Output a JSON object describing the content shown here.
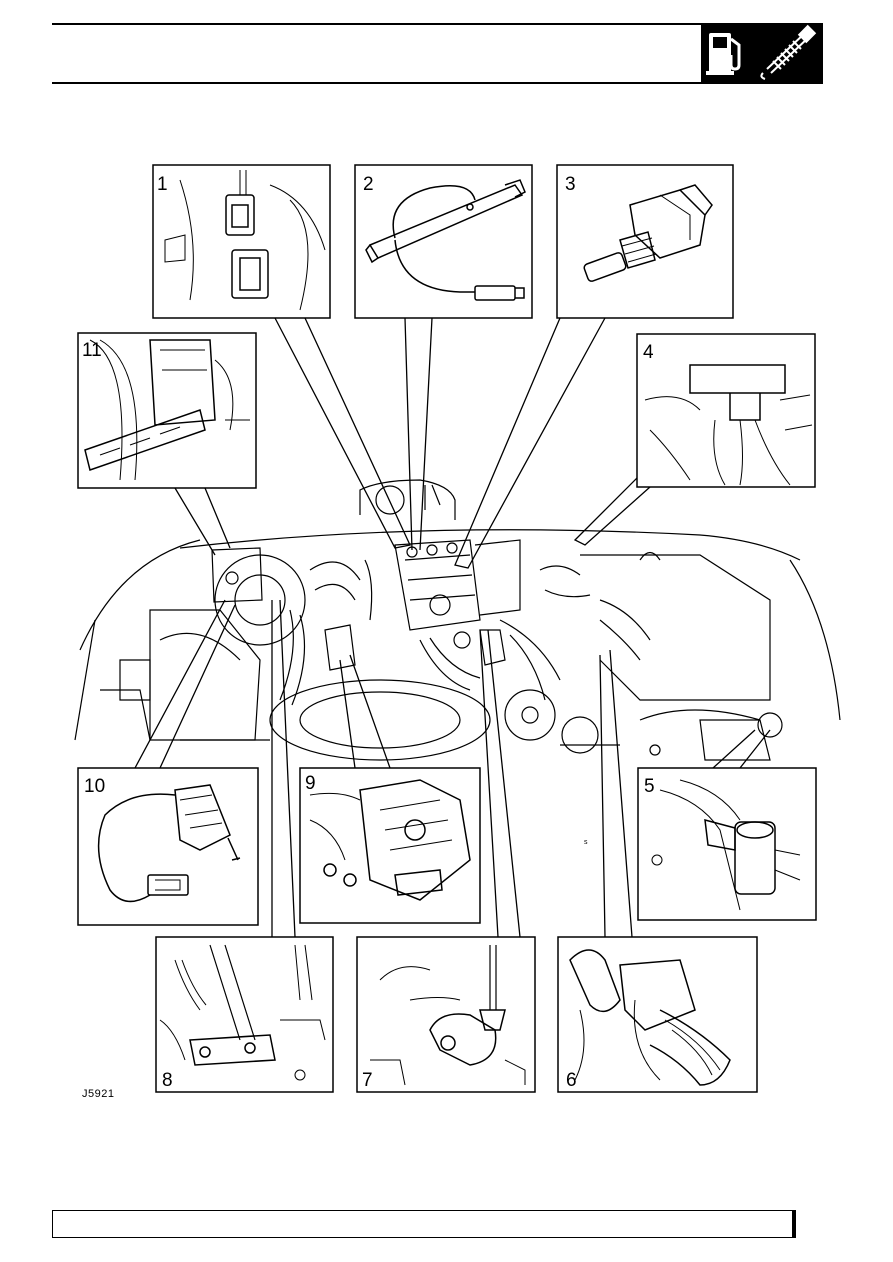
{
  "header": {
    "section_icons": [
      "fuel-pump-icon",
      "glow-plug-icon"
    ]
  },
  "figure": {
    "reference": "J5921",
    "callouts": [
      "1",
      "2",
      "3",
      "4",
      "5",
      "6",
      "7",
      "8",
      "9",
      "10",
      "11"
    ]
  },
  "colors": {
    "ink": "#000000",
    "paper": "#ffffff"
  }
}
